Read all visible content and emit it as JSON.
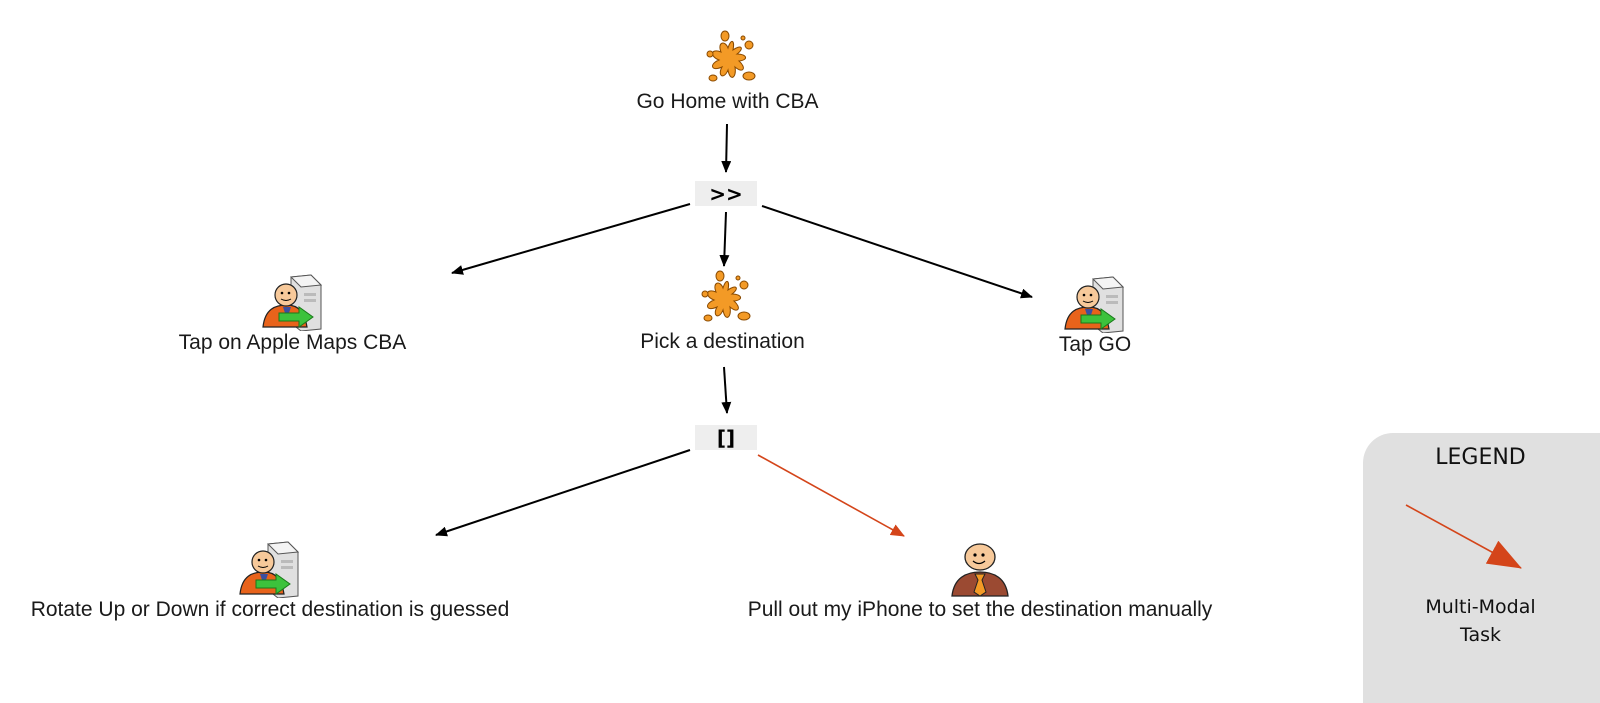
{
  "diagram": {
    "nodes": [
      {
        "id": "go-home",
        "label": "Go Home with CBA",
        "icon": "splat-icon",
        "type": "abstract-task"
      },
      {
        "id": "tap-apple-maps",
        "label": "Tap on Apple Maps CBA",
        "icon": "user-computer-icon",
        "type": "interaction-task"
      },
      {
        "id": "pick-destination",
        "label": "Pick a destination",
        "icon": "splat-icon",
        "type": "abstract-task"
      },
      {
        "id": "tap-go",
        "label": "Tap GO",
        "icon": "user-computer-icon",
        "type": "interaction-task"
      },
      {
        "id": "rotate",
        "label": "Rotate Up or Down if correct destination is guessed",
        "icon": "user-computer-icon",
        "type": "interaction-task"
      },
      {
        "id": "pull-iphone",
        "label": "Pull out my iPhone to set the destination manually",
        "icon": "user-icon",
        "type": "user-task"
      }
    ],
    "operators": [
      {
        "id": "op-enabling",
        "symbol": ">>",
        "meaning": "enabling"
      },
      {
        "id": "op-choice",
        "symbol": "[]",
        "meaning": "choice"
      }
    ],
    "edges": [
      {
        "from": "go-home",
        "to": "op-enabling",
        "style": "normal"
      },
      {
        "from": "op-enabling",
        "to": "tap-apple-maps",
        "style": "normal"
      },
      {
        "from": "op-enabling",
        "to": "pick-destination",
        "style": "normal"
      },
      {
        "from": "op-enabling",
        "to": "tap-go",
        "style": "normal"
      },
      {
        "from": "pick-destination",
        "to": "op-choice",
        "style": "normal"
      },
      {
        "from": "op-choice",
        "to": "rotate",
        "style": "normal"
      },
      {
        "from": "op-choice",
        "to": "pull-iphone",
        "style": "multi-modal"
      }
    ]
  },
  "legend": {
    "title": "LEGEND",
    "entries": [
      {
        "style": "multi-modal",
        "label_line1": "Multi-Modal",
        "label_line2": "Task"
      }
    ]
  },
  "colors": {
    "normal_edge": "#000000",
    "multi_modal_edge": "#d4451a",
    "splat": "#f39a26",
    "legend_bg": "#e0e0e0",
    "operator_bg": "#eeeeee"
  }
}
